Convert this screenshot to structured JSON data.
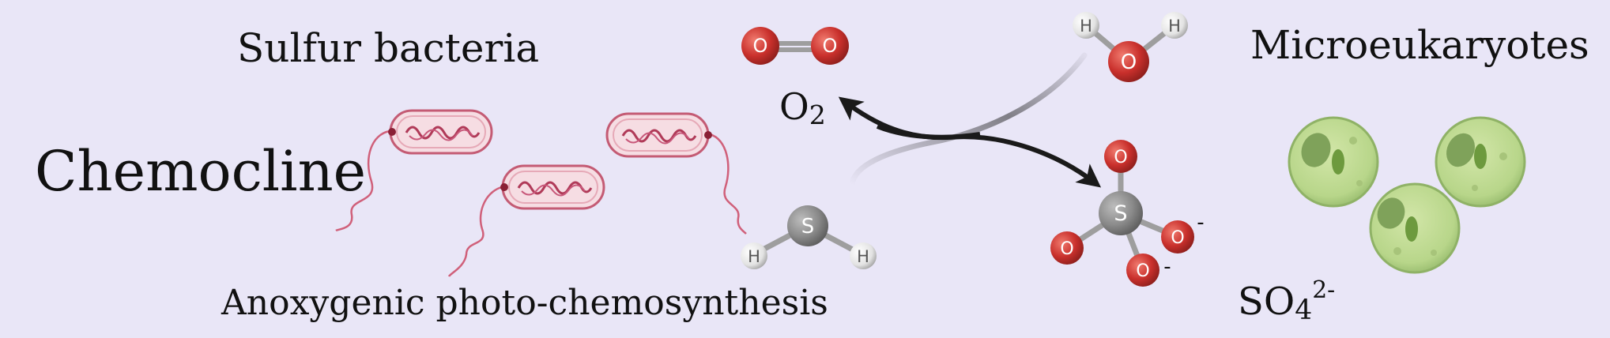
{
  "labels": {
    "sulfur_bacteria": "Sulfur bacteria",
    "chemocline": "Chemocline",
    "anoxygenic": "Anoxygenic photo-chemosynthesis",
    "microeukaryotes": "Microeukaryotes"
  },
  "formulas": {
    "o2": {
      "base": "O",
      "sub": "2"
    },
    "so4": {
      "base": "SO",
      "sub": "4",
      "sup": "2-"
    }
  },
  "atoms": {
    "oxygen": "O",
    "hydrogen": "H",
    "sulfur": "S",
    "minus": "-"
  },
  "colors": {
    "background": "#e9e6f7",
    "oxygen": "#c9302c",
    "sulfur": "#8a8a8a",
    "hydrogen": "#e6e6e6",
    "bacteria": "#d0607a",
    "cell": "#b8d68a",
    "arrow": "#1a1a1a"
  }
}
